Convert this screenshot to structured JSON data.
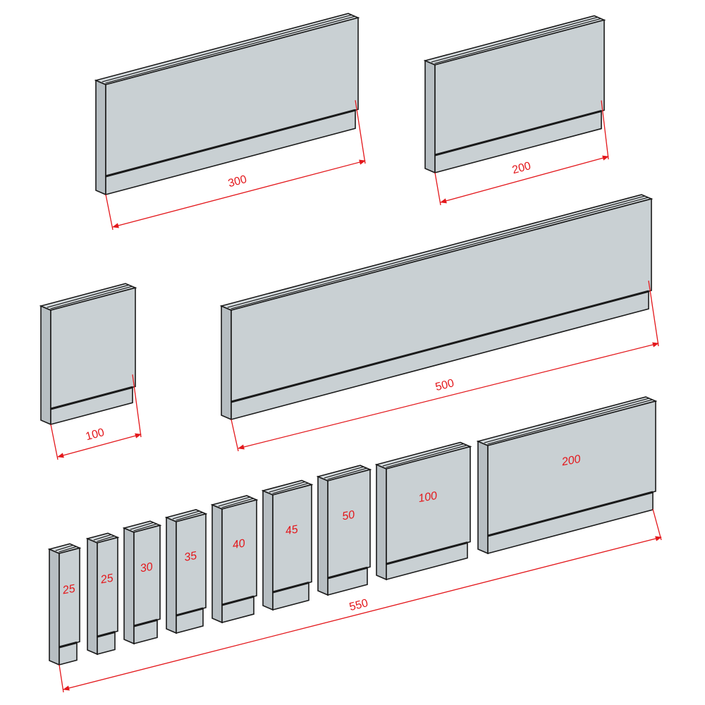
{
  "colors": {
    "face": "#c9d0d3",
    "side": "#b7bec2",
    "top": "#d6dcdf",
    "outline": "#1a1a1a",
    "dimension": "#e3171b"
  },
  "pieces": [
    {
      "id": "segment-300",
      "label": "300"
    },
    {
      "id": "segment-200-top",
      "label": "200"
    },
    {
      "id": "segment-100-left",
      "label": "100"
    },
    {
      "id": "segment-500",
      "label": "500"
    },
    {
      "id": "segment-25a",
      "label": "25"
    },
    {
      "id": "segment-25b",
      "label": "25"
    },
    {
      "id": "segment-30",
      "label": "30"
    },
    {
      "id": "segment-35",
      "label": "35"
    },
    {
      "id": "segment-40",
      "label": "40"
    },
    {
      "id": "segment-45",
      "label": "45"
    },
    {
      "id": "segment-50",
      "label": "50"
    },
    {
      "id": "segment-100",
      "label": "100"
    },
    {
      "id": "segment-200",
      "label": "200"
    }
  ],
  "set_total": {
    "label": "550"
  }
}
